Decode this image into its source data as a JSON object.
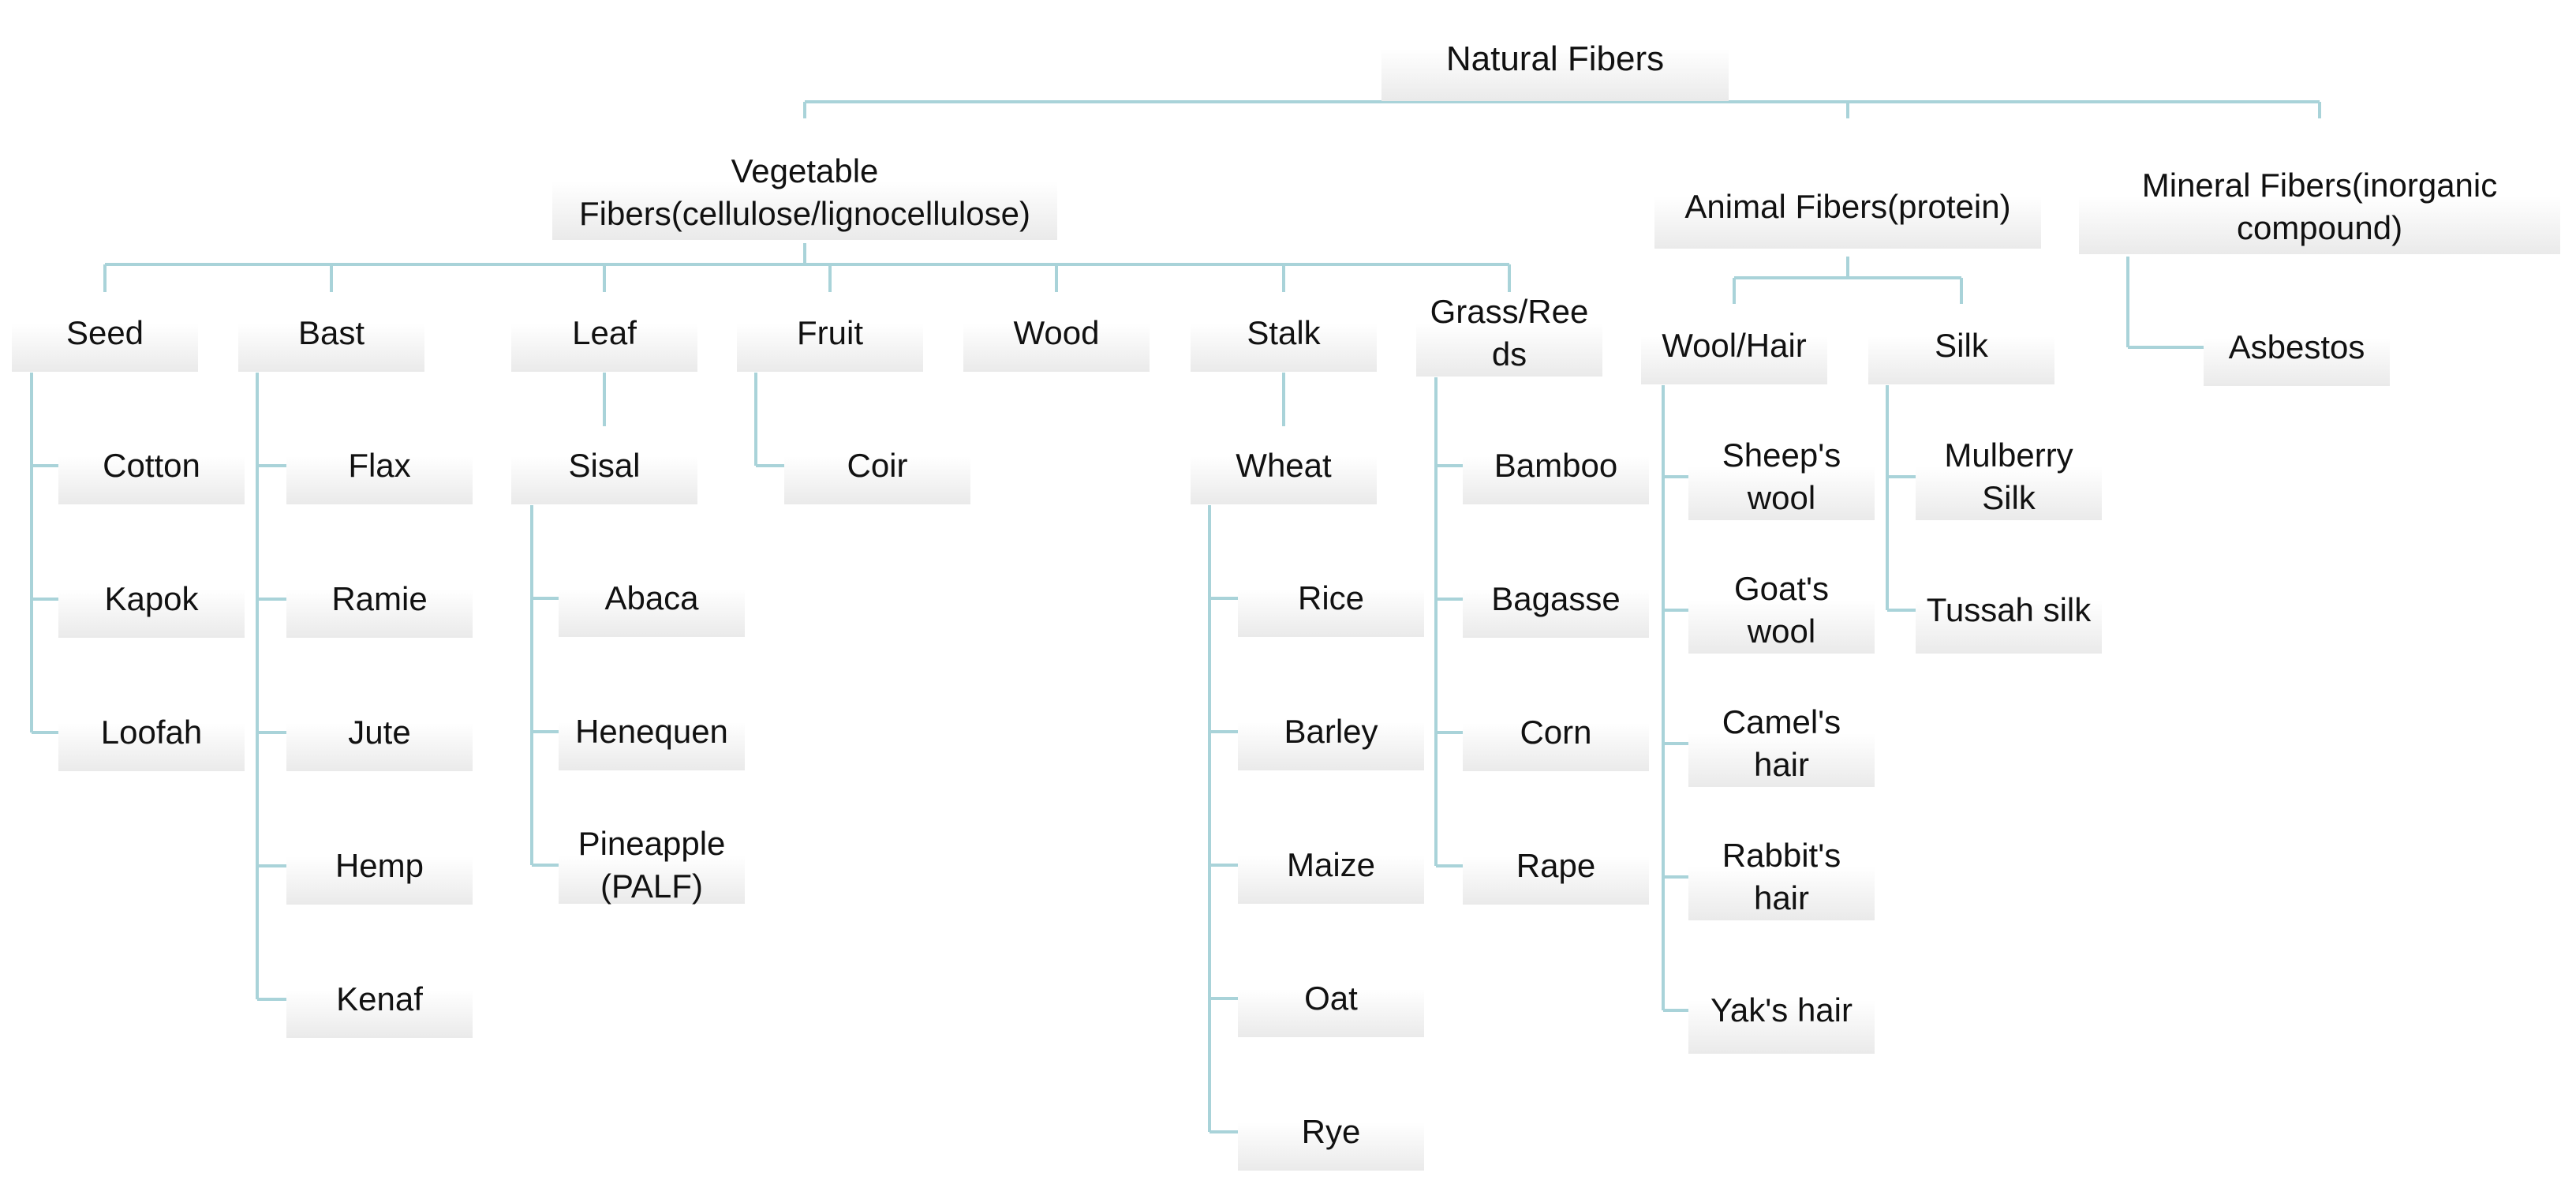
{
  "diagram": {
    "line_color": "#a9d3d9",
    "root": {
      "id": "natural",
      "label": "Natural Fibers"
    },
    "categories": [
      {
        "id": "vegetable",
        "label": "Vegetable\nFibers(cellulose/lignocellulose)"
      },
      {
        "id": "animal",
        "label": "Animal Fibers(protein)"
      },
      {
        "id": "mineral",
        "label": "Mineral Fibers(inorganic\ncompound)"
      }
    ],
    "vegetable_groups": [
      {
        "id": "seed",
        "label": "Seed",
        "items": [
          "Cotton",
          "Kapok",
          "Loofah"
        ]
      },
      {
        "id": "bast",
        "label": "Bast",
        "items": [
          "Flax",
          "Ramie",
          "Jute",
          "Hemp",
          "Kenaf"
        ]
      },
      {
        "id": "leaf",
        "label": "Leaf",
        "sub": "Sisal",
        "items": [
          "Abaca",
          "Henequen",
          "Pineapple\n(PALF)"
        ]
      },
      {
        "id": "fruit",
        "label": "Fruit",
        "items": [
          "Coir"
        ]
      },
      {
        "id": "wood",
        "label": "Wood",
        "items": []
      },
      {
        "id": "stalk",
        "label": "Stalk",
        "sub": "Wheat",
        "items": [
          "Rice",
          "Barley",
          "Maize",
          "Oat",
          "Rye"
        ]
      },
      {
        "id": "grass",
        "label": "Grass/Ree\nds",
        "items": [
          "Bamboo",
          "Bagasse",
          "Corn",
          "Rape"
        ]
      }
    ],
    "animal_groups": [
      {
        "id": "wool",
        "label": "Wool/Hair",
        "items": [
          "Sheep's\nwool",
          "Goat's\nwool",
          "Camel's\nhair",
          "Rabbit's\nhair",
          "Yak's hair"
        ]
      },
      {
        "id": "silk",
        "label": "Silk",
        "items": [
          "Mulberry\nSilk",
          "Tussah silk"
        ]
      }
    ],
    "mineral_groups": [
      {
        "id": "asbestos",
        "label": "Asbestos"
      }
    ]
  }
}
